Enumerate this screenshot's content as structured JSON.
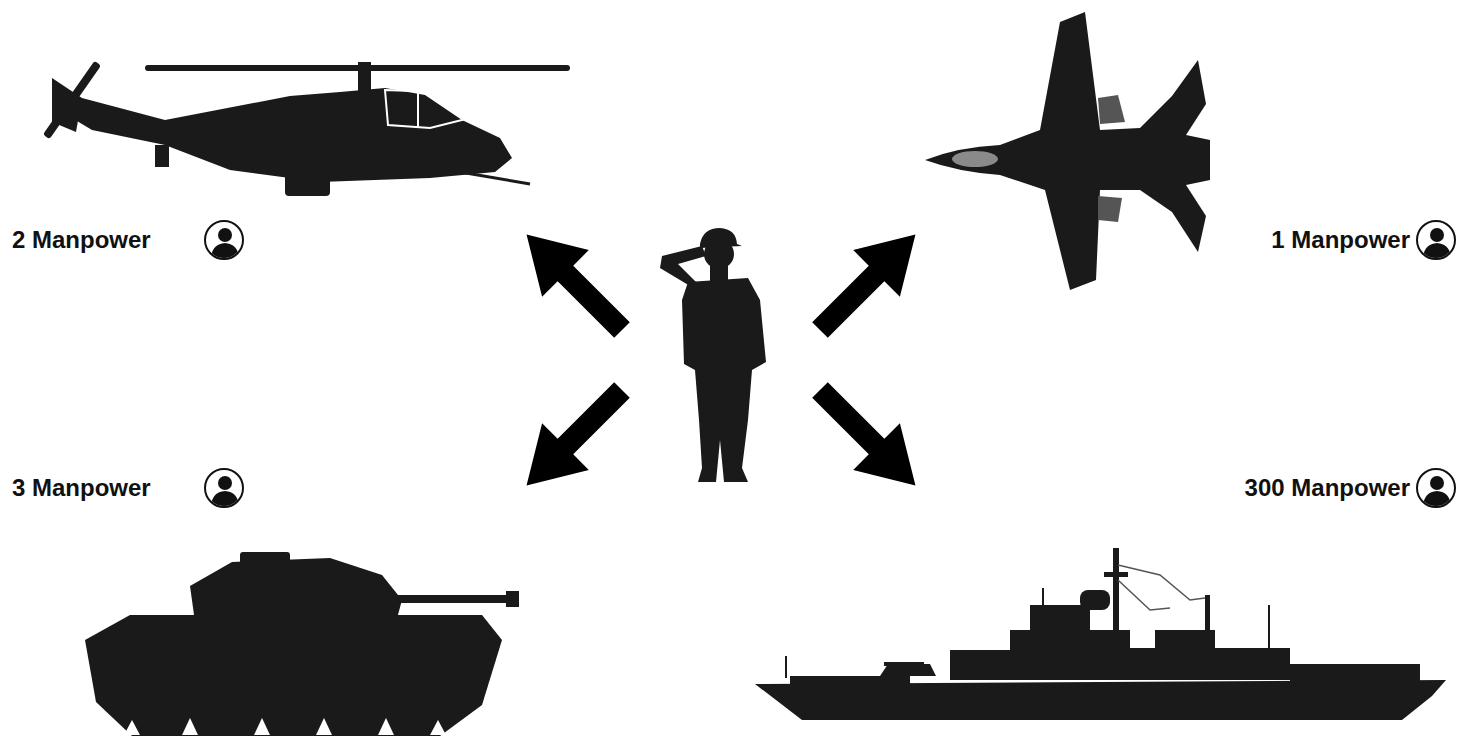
{
  "diagram": {
    "labels": [
      "2 Manpower",
      "1 Manpower",
      "3 Manpower",
      "300 Manpower"
    ]
  }
}
